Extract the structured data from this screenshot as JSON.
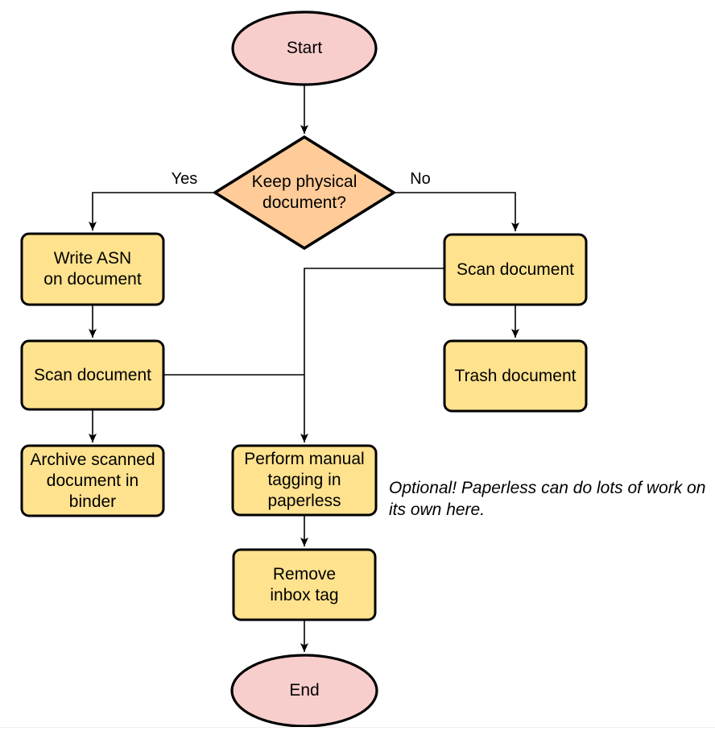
{
  "diagram": {
    "nodes": {
      "start": {
        "label": "Start",
        "type": "terminator"
      },
      "decision": {
        "label": "Keep physical\ndocument?",
        "type": "decision"
      },
      "write_asn": {
        "label": "Write ASN\non document",
        "type": "process"
      },
      "scan_left": {
        "label": "Scan document",
        "type": "process"
      },
      "archive": {
        "label": "Archive scanned\ndocument in\nbinder",
        "type": "process"
      },
      "scan_right": {
        "label": "Scan document",
        "type": "process"
      },
      "trash": {
        "label": "Trash document",
        "type": "process"
      },
      "tagging": {
        "label": "Perform manual\ntagging in\npaperless",
        "type": "process"
      },
      "remove_inbox": {
        "label": "Remove\ninbox tag",
        "type": "process"
      },
      "end": {
        "label": "End",
        "type": "terminator"
      }
    },
    "edge_labels": {
      "yes": "Yes",
      "no": "No"
    },
    "note": "Optional! Paperless can do lots of work on\nits own here.",
    "colors": {
      "terminator_fill": "#F8CECC",
      "process_fill": "#FFE28E",
      "decision_fill": "#FFCC99",
      "stroke": "#000000",
      "line": "#000000"
    }
  }
}
